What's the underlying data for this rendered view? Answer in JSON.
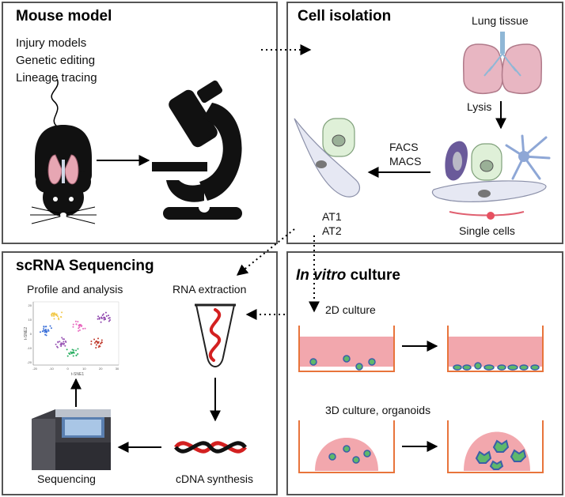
{
  "panels": {
    "mouse_model": {
      "title": "Mouse model",
      "items": [
        "Injury models",
        "Genetic editing",
        "Lineage tracing"
      ]
    },
    "cell_isolation": {
      "title": "Cell isolation",
      "lung_tissue": "Lung tissue",
      "lysis": "Lysis",
      "sorting": [
        "FACS",
        "MACS"
      ],
      "single_cells": "Single cells",
      "cell_types": [
        "AT1",
        "AT2"
      ]
    },
    "scrna": {
      "title": "scRNA Sequencing",
      "profile": "Profile and analysis",
      "rna_extraction": "RNA extraction",
      "cdna_synthesis": "cDNA synthesis",
      "sequencing": "Sequencing",
      "tsne_ylabel": "t-SNE2",
      "tsne_xlabel": "t-SNE1",
      "tsne_xticks": [
        "-20",
        "-10",
        "0",
        "10",
        "20",
        "30"
      ],
      "tsne_yticks": [
        "20",
        "10",
        "0",
        "-10",
        "-20"
      ]
    },
    "in_vitro": {
      "title_italic": "In vitro",
      "title_rest": " culture",
      "culture_2d": "2D culture",
      "culture_3d": "3D culture, organoids"
    }
  },
  "colors": {
    "panel_border": "#555555",
    "arrow": "#000000",
    "well": "#e8743b",
    "medium": "#f2a7ad",
    "cell_green": "#5fb86b",
    "cell_blue": "#3a5fa8",
    "rna": "#d32020"
  }
}
